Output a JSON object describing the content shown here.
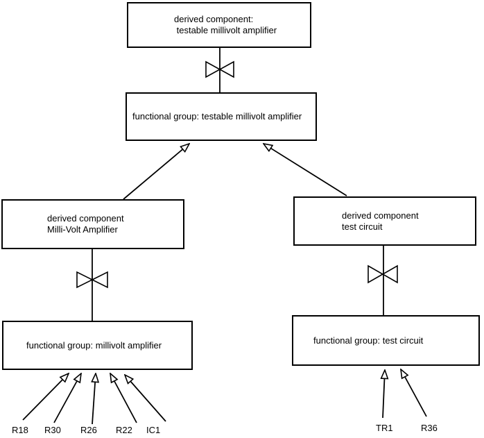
{
  "diagram": {
    "type": "component-hierarchy-diagram",
    "colors": {
      "background": "#ffffff",
      "line": "#000000",
      "text": "#000000"
    },
    "icons": {
      "bowtie": "bowtie-icon (two hollow triangles meeting at a point on a vertical connector)",
      "arrowhead": "open-arrowhead-icon (hollow triangle)"
    },
    "nodes": {
      "top_derived": {
        "line1": "derived component:",
        "line2": " testable millivolt amplifier"
      },
      "top_functional": {
        "label": "functional group: testable millivolt amplifier"
      },
      "left_derived": {
        "line1": "derived component",
        "line2": "Milli-Volt Amplifier"
      },
      "left_functional": {
        "label": "functional group: millivolt amplifier"
      },
      "right_derived": {
        "line1": "derived component",
        "line2": "test circuit"
      },
      "right_functional": {
        "label": "functional group: test circuit"
      }
    },
    "leaf_labels": {
      "r18": "R18",
      "r30": "R30",
      "r26": "R26",
      "r22": "R22",
      "ic1": "IC1",
      "tr1": "TR1",
      "r36": "R36"
    }
  }
}
